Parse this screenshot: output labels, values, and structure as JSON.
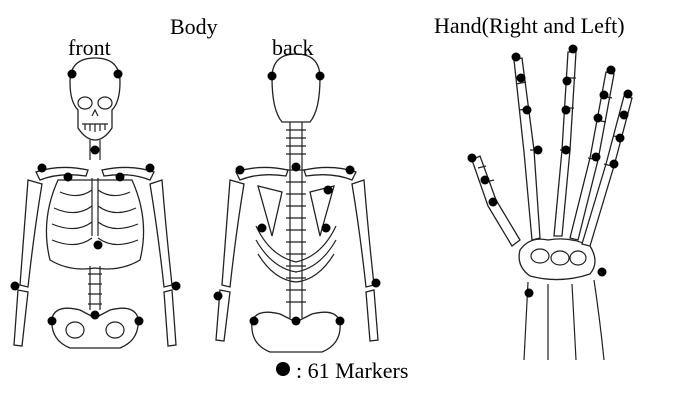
{
  "titles": {
    "body": "Body",
    "front": "front",
    "back": "back",
    "hand": "Hand(Right and Left)"
  },
  "legend": {
    "marker_symbol": "●",
    "text": ": 61 Markers"
  },
  "colors": {
    "marker": "#000000",
    "outline": "#222222",
    "background": "#ffffff"
  }
}
